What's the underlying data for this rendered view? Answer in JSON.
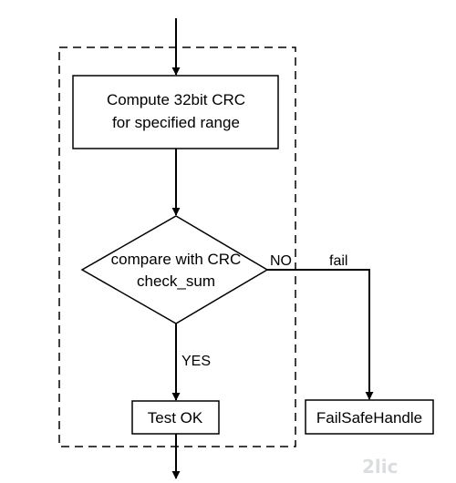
{
  "diagram": {
    "nodes": {
      "compute_crc": {
        "line1": "Compute 32bit CRC",
        "line2": "for specified range"
      },
      "compare": {
        "line1": "compare with CRC",
        "line2": "check_sum"
      },
      "test_ok": {
        "label": "Test OK"
      },
      "failsafe": {
        "label": "FailSafeHandle"
      }
    },
    "edges": {
      "no_label": "NO",
      "fail_label": "fail",
      "yes_label": "YES"
    }
  },
  "watermark": {
    "text": "2lic"
  },
  "colors": {
    "stroke": "#000000",
    "background": "#ffffff"
  }
}
